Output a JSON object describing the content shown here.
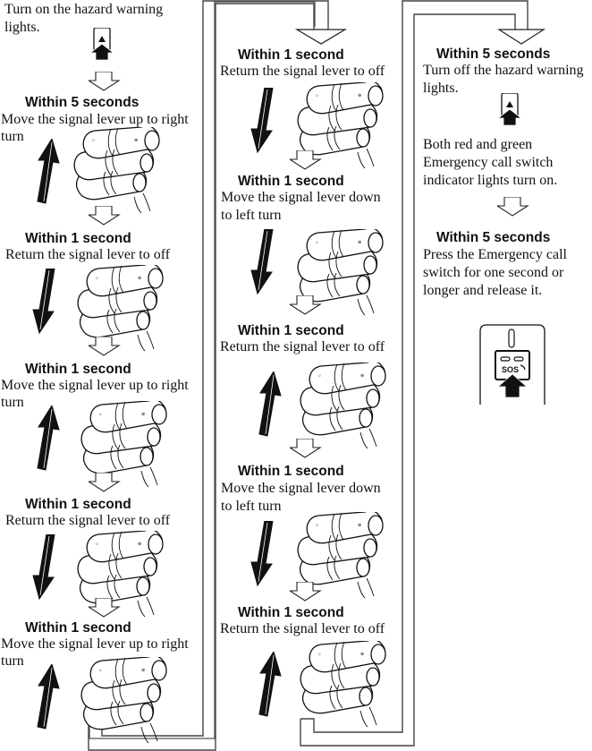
{
  "title": "Emergency call switch activation procedure",
  "colors": {
    "line": "#111111",
    "connector": "#555555",
    "background": "#ffffff"
  },
  "column1": {
    "intro": {
      "text_line1": "Turn on the hazard warning",
      "text_line2": "lights.",
      "icon": "hazard-switch-press-icon"
    },
    "steps": [
      {
        "heading": "Within 5 seconds",
        "line1": "Move the signal lever up to right",
        "line2": "turn",
        "arrow": "up-arrow-icon",
        "icon": "signal-lever-up-icon"
      },
      {
        "heading": "Within 1 second",
        "line1": "Return the signal lever to off",
        "line2": "",
        "arrow": "down-arrow-icon",
        "icon": "signal-lever-off-icon"
      },
      {
        "heading": "Within 1 second",
        "line1": "Move the signal lever up to right",
        "line2": "turn",
        "arrow": "up-arrow-icon",
        "icon": "signal-lever-up-icon"
      },
      {
        "heading": "Within 1 second",
        "line1": "Return the signal lever to off",
        "line2": "",
        "arrow": "down-arrow-icon",
        "icon": "signal-lever-off-icon"
      },
      {
        "heading": "Within 1 second",
        "line1": "Move the signal lever up to right",
        "line2": "turn",
        "arrow": "up-arrow-icon",
        "icon": "signal-lever-up-icon"
      }
    ]
  },
  "column2": {
    "steps": [
      {
        "heading": "Within 1 second",
        "line1": "Return the signal lever to off",
        "line2": "",
        "arrow": "down-arrow-icon",
        "icon": "signal-lever-off-icon"
      },
      {
        "heading": "Within 1 second",
        "line1": "Move the signal lever down",
        "line2": "to left turn",
        "arrow": "down-arrow-icon",
        "icon": "signal-lever-down-icon"
      },
      {
        "heading": "Within 1 second",
        "line1": "Return the signal lever to off",
        "line2": "",
        "arrow": "up-arrow-icon",
        "icon": "signal-lever-off-icon"
      },
      {
        "heading": "Within 1 second",
        "line1": "Move the signal lever down",
        "line2": "to left turn",
        "arrow": "down-arrow-icon",
        "icon": "signal-lever-down-icon"
      },
      {
        "heading": "Within 1 second",
        "line1": "Return the signal lever to off",
        "line2": "",
        "arrow": "up-arrow-icon",
        "icon": "signal-lever-off-icon"
      }
    ]
  },
  "column3": {
    "step1": {
      "heading": "Within 5 seconds",
      "line1": "Turn off the hazard warning",
      "line2": "lights.",
      "icon": "hazard-switch-press-icon"
    },
    "note": {
      "line1": "Both red and green",
      "line2": "Emergency call switch",
      "line3": "indicator lights turn on."
    },
    "step2": {
      "heading": "Within 5 seconds",
      "line1": "Press the Emergency call",
      "line2": "switch for one second or",
      "line3": "longer and release it.",
      "icon": "sos-switch-press-icon",
      "switch_label": "SOS"
    }
  }
}
